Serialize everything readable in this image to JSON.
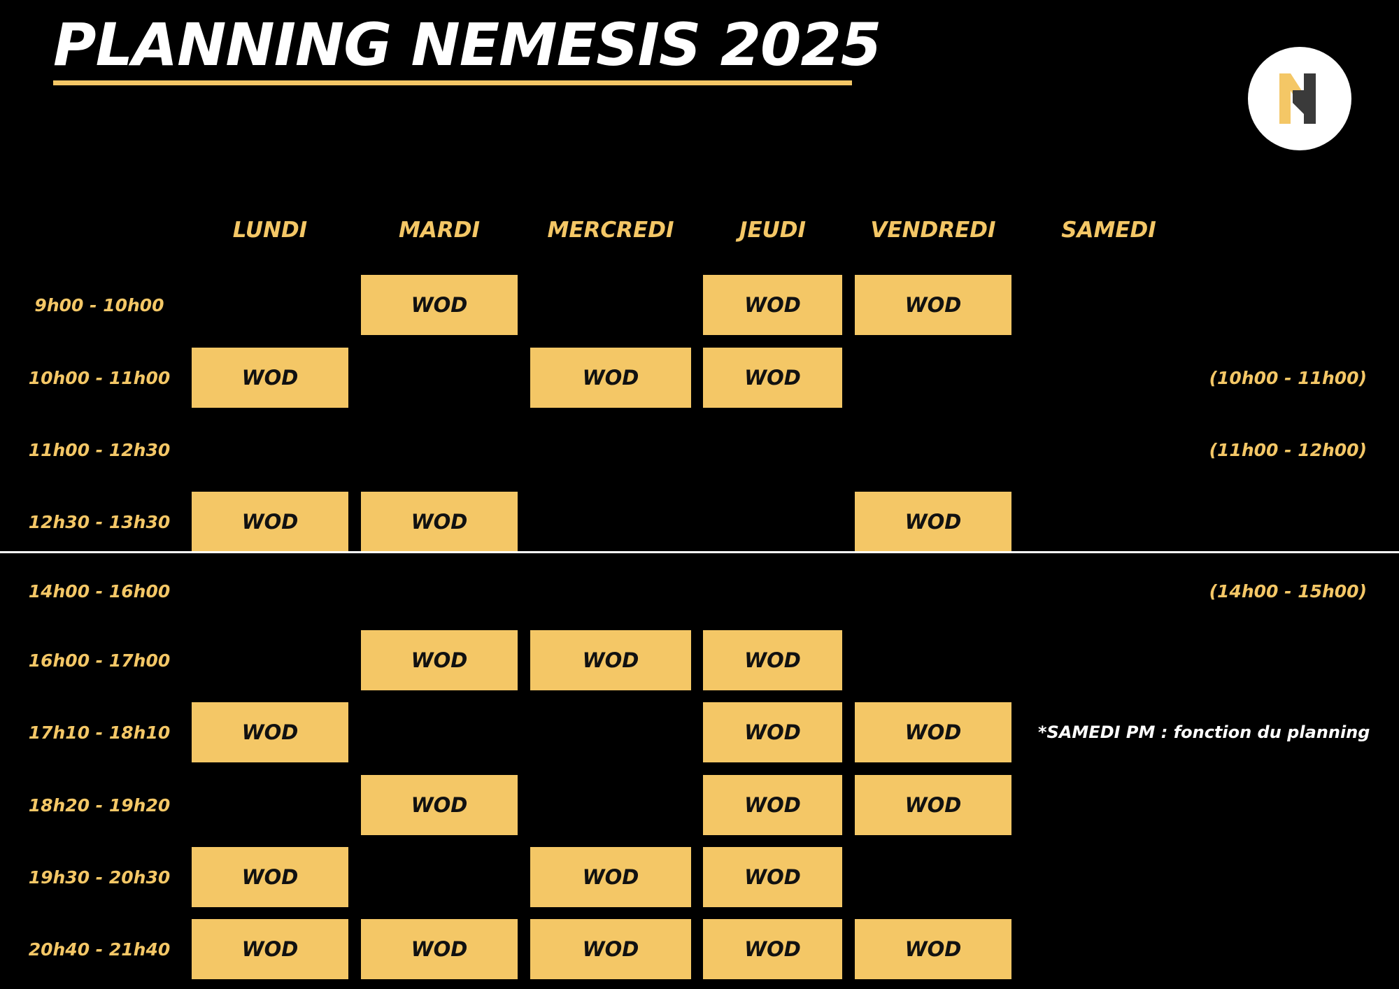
{
  "title": "PLANNING NEMESIS 2025",
  "colors": {
    "accent": "#f4c766",
    "background": "#000000",
    "text_light": "#ffffff",
    "logo_dark": "#3a3a3a"
  },
  "logo": {
    "icon": "nemesis-n-logo"
  },
  "days": [
    "LUNDI",
    "MARDI",
    "MERCREDI",
    "JEUDI",
    "VENDREDI",
    "SAMEDI"
  ],
  "slots": [
    {
      "time": "9h00 - 10h00",
      "classes": [
        "",
        "WOD",
        "",
        "WOD",
        "WOD",
        ""
      ],
      "saturday": ""
    },
    {
      "time": "10h00 - 11h00",
      "classes": [
        "WOD",
        "",
        "WOD",
        "WOD",
        "",
        ""
      ],
      "saturday": "(10h00 - 11h00)"
    },
    {
      "time": "11h00 - 12h30",
      "classes": [
        "",
        "",
        "",
        "",
        "",
        ""
      ],
      "saturday": "(11h00 - 12h00)"
    },
    {
      "time": "12h30 - 13h30",
      "classes": [
        "WOD",
        "WOD",
        "",
        "",
        "WOD",
        ""
      ],
      "saturday": ""
    },
    {
      "time": "14h00 - 16h00",
      "classes": [
        "",
        "",
        "",
        "",
        "",
        ""
      ],
      "saturday": "(14h00 - 15h00)"
    },
    {
      "time": "16h00 - 17h00",
      "classes": [
        "",
        "WOD",
        "WOD",
        "WOD",
        "",
        ""
      ],
      "saturday": ""
    },
    {
      "time": "17h10 - 18h10",
      "classes": [
        "WOD",
        "",
        "",
        "WOD",
        "WOD",
        ""
      ],
      "saturday": ""
    },
    {
      "time": "18h20 - 19h20",
      "classes": [
        "",
        "WOD",
        "",
        "WOD",
        "WOD",
        ""
      ],
      "saturday": ""
    },
    {
      "time": "19h30 - 20h30",
      "classes": [
        "WOD",
        "",
        "WOD",
        "WOD",
        "",
        ""
      ],
      "saturday": ""
    },
    {
      "time": "20h40 - 21h40",
      "classes": [
        "WOD",
        "WOD",
        "WOD",
        "WOD",
        "WOD",
        ""
      ],
      "saturday": ""
    }
  ],
  "footnote": "*SAMEDI PM : fonction du planning"
}
